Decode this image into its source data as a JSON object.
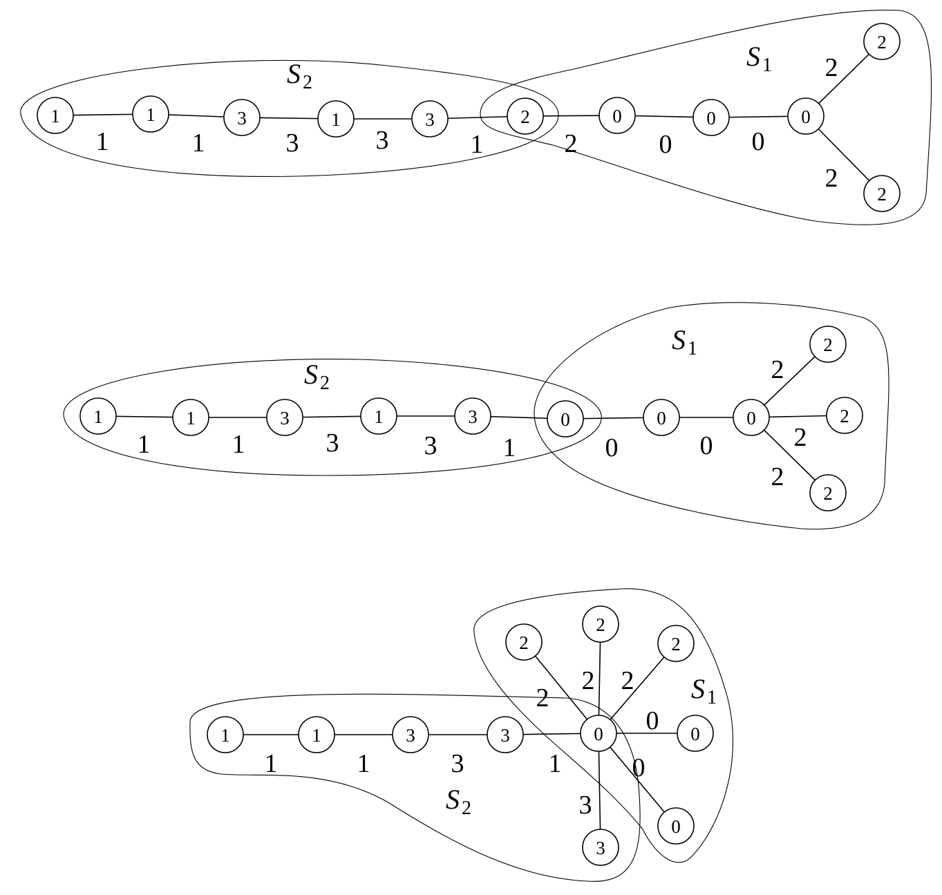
{
  "diagrams": [
    {
      "id": "top",
      "regions": [
        {
          "name": "S",
          "sub": "2"
        },
        {
          "name": "S",
          "sub": "1"
        }
      ],
      "nodes": [
        "1",
        "1",
        "3",
        "1",
        "3",
        "2",
        "0",
        "0",
        "0",
        "2",
        "2"
      ],
      "edges": [
        {
          "from": 0,
          "to": 1,
          "label": "1"
        },
        {
          "from": 1,
          "to": 2,
          "label": "1"
        },
        {
          "from": 2,
          "to": 3,
          "label": "3"
        },
        {
          "from": 3,
          "to": 4,
          "label": "3"
        },
        {
          "from": 4,
          "to": 5,
          "label": "1"
        },
        {
          "from": 5,
          "to": 6,
          "label": "2"
        },
        {
          "from": 6,
          "to": 7,
          "label": "0"
        },
        {
          "from": 7,
          "to": 8,
          "label": "0"
        },
        {
          "from": 8,
          "to": 9,
          "label": "2"
        },
        {
          "from": 8,
          "to": 10,
          "label": "2"
        }
      ]
    },
    {
      "id": "middle",
      "regions": [
        {
          "name": "S",
          "sub": "2"
        },
        {
          "name": "S",
          "sub": "1"
        }
      ],
      "nodes": [
        "1",
        "1",
        "3",
        "1",
        "3",
        "0",
        "0",
        "0",
        "2",
        "2",
        "2"
      ],
      "edges": [
        {
          "from": 0,
          "to": 1,
          "label": "1"
        },
        {
          "from": 1,
          "to": 2,
          "label": "1"
        },
        {
          "from": 2,
          "to": 3,
          "label": "3"
        },
        {
          "from": 3,
          "to": 4,
          "label": "3"
        },
        {
          "from": 4,
          "to": 5,
          "label": "1"
        },
        {
          "from": 5,
          "to": 6,
          "label": "0"
        },
        {
          "from": 6,
          "to": 7,
          "label": "0"
        },
        {
          "from": 7,
          "to": 8,
          "label": "2"
        },
        {
          "from": 7,
          "to": 9,
          "label": "2"
        },
        {
          "from": 7,
          "to": 10,
          "label": "2"
        }
      ]
    },
    {
      "id": "bottom",
      "regions": [
        {
          "name": "S",
          "sub": "1"
        },
        {
          "name": "S",
          "sub": "2"
        }
      ],
      "nodes": [
        "1",
        "1",
        "3",
        "3",
        "0",
        "2",
        "2",
        "2",
        "0",
        "0",
        "3"
      ],
      "edges": [
        {
          "from": 0,
          "to": 1,
          "label": "1"
        },
        {
          "from": 1,
          "to": 2,
          "label": "1"
        },
        {
          "from": 2,
          "to": 3,
          "label": "3"
        },
        {
          "from": 3,
          "to": 4,
          "label": "1"
        },
        {
          "from": 4,
          "to": 5,
          "label": "2"
        },
        {
          "from": 4,
          "to": 6,
          "label": "2"
        },
        {
          "from": 4,
          "to": 7,
          "label": "2"
        },
        {
          "from": 4,
          "to": 8,
          "label": "0"
        },
        {
          "from": 4,
          "to": 9,
          "label": "0"
        },
        {
          "from": 4,
          "to": 10,
          "label": "3"
        }
      ]
    }
  ]
}
